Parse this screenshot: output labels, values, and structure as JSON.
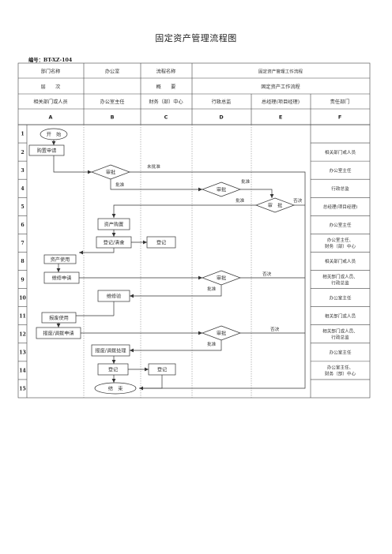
{
  "title": "固定资产管理流程图",
  "doc_no": "编号：BT-XZ-104",
  "header": {
    "dept_label": "部门名称",
    "dept_value": "办公室",
    "flow_label": "流程名称",
    "flow_value": "固定资产管理工作流程",
    "level_label": "层　　次",
    "summary_label": "概　　要",
    "summary_value": "固定资产工作流程",
    "columns": [
      "相关部门或人员",
      "办公室主任",
      "财务（部）中心",
      "行政总监",
      "总经理(项目经理)",
      "责任部门"
    ],
    "letters": [
      "A",
      "B",
      "C",
      "D",
      "E",
      "F"
    ]
  },
  "rows": [
    "1",
    "2",
    "3",
    "4",
    "5",
    "6",
    "7",
    "8",
    "9",
    "10",
    "11",
    "12",
    "13",
    "14",
    "15"
  ],
  "responsible": [
    "",
    "相关部门或人员",
    "办公室主任",
    "行政总监",
    "总经理(项目经理)",
    "办公室主任",
    [
      "办公室主任、",
      "财务（部）中心"
    ],
    "相关部门或人员",
    [
      "相关部门或人员、",
      "行政总监"
    ],
    "办公室主任",
    "相关部门或人员",
    [
      "相关部门或人员、",
      "行政总监"
    ],
    "办公室主任",
    [
      "办公室主任、",
      "财务（部）中心"
    ],
    ""
  ],
  "nodes": {
    "start": "开　始",
    "purchase_request": "购置申请",
    "approve_b": "审批",
    "approve_d1": "审批",
    "approve_e": "审　批",
    "asset_purchase": "资产购置",
    "register_check": "登记/清查",
    "register_c1": "登记",
    "asset_use": "资产使用",
    "repair_request": "维修申请",
    "approve_d2": "审批",
    "repair_check": "维修验",
    "scrap_use": "报废使用",
    "scrap_transfer_request": "报废/调拨申请",
    "approve_d3": "审批",
    "scrap_transfer_handle": "报废/调拨处理",
    "register_b": "登记",
    "register_c2": "登记",
    "end": "结　束"
  },
  "labels": {
    "not_approved": "未批准",
    "approved_b": "批准",
    "approved_d_top": "批准",
    "approved_d_left": "批准",
    "reject_e": "否决",
    "reject_d2": "否决",
    "approved_d2": "批准",
    "reject_d3": "否决",
    "approved_d3": "批准"
  }
}
